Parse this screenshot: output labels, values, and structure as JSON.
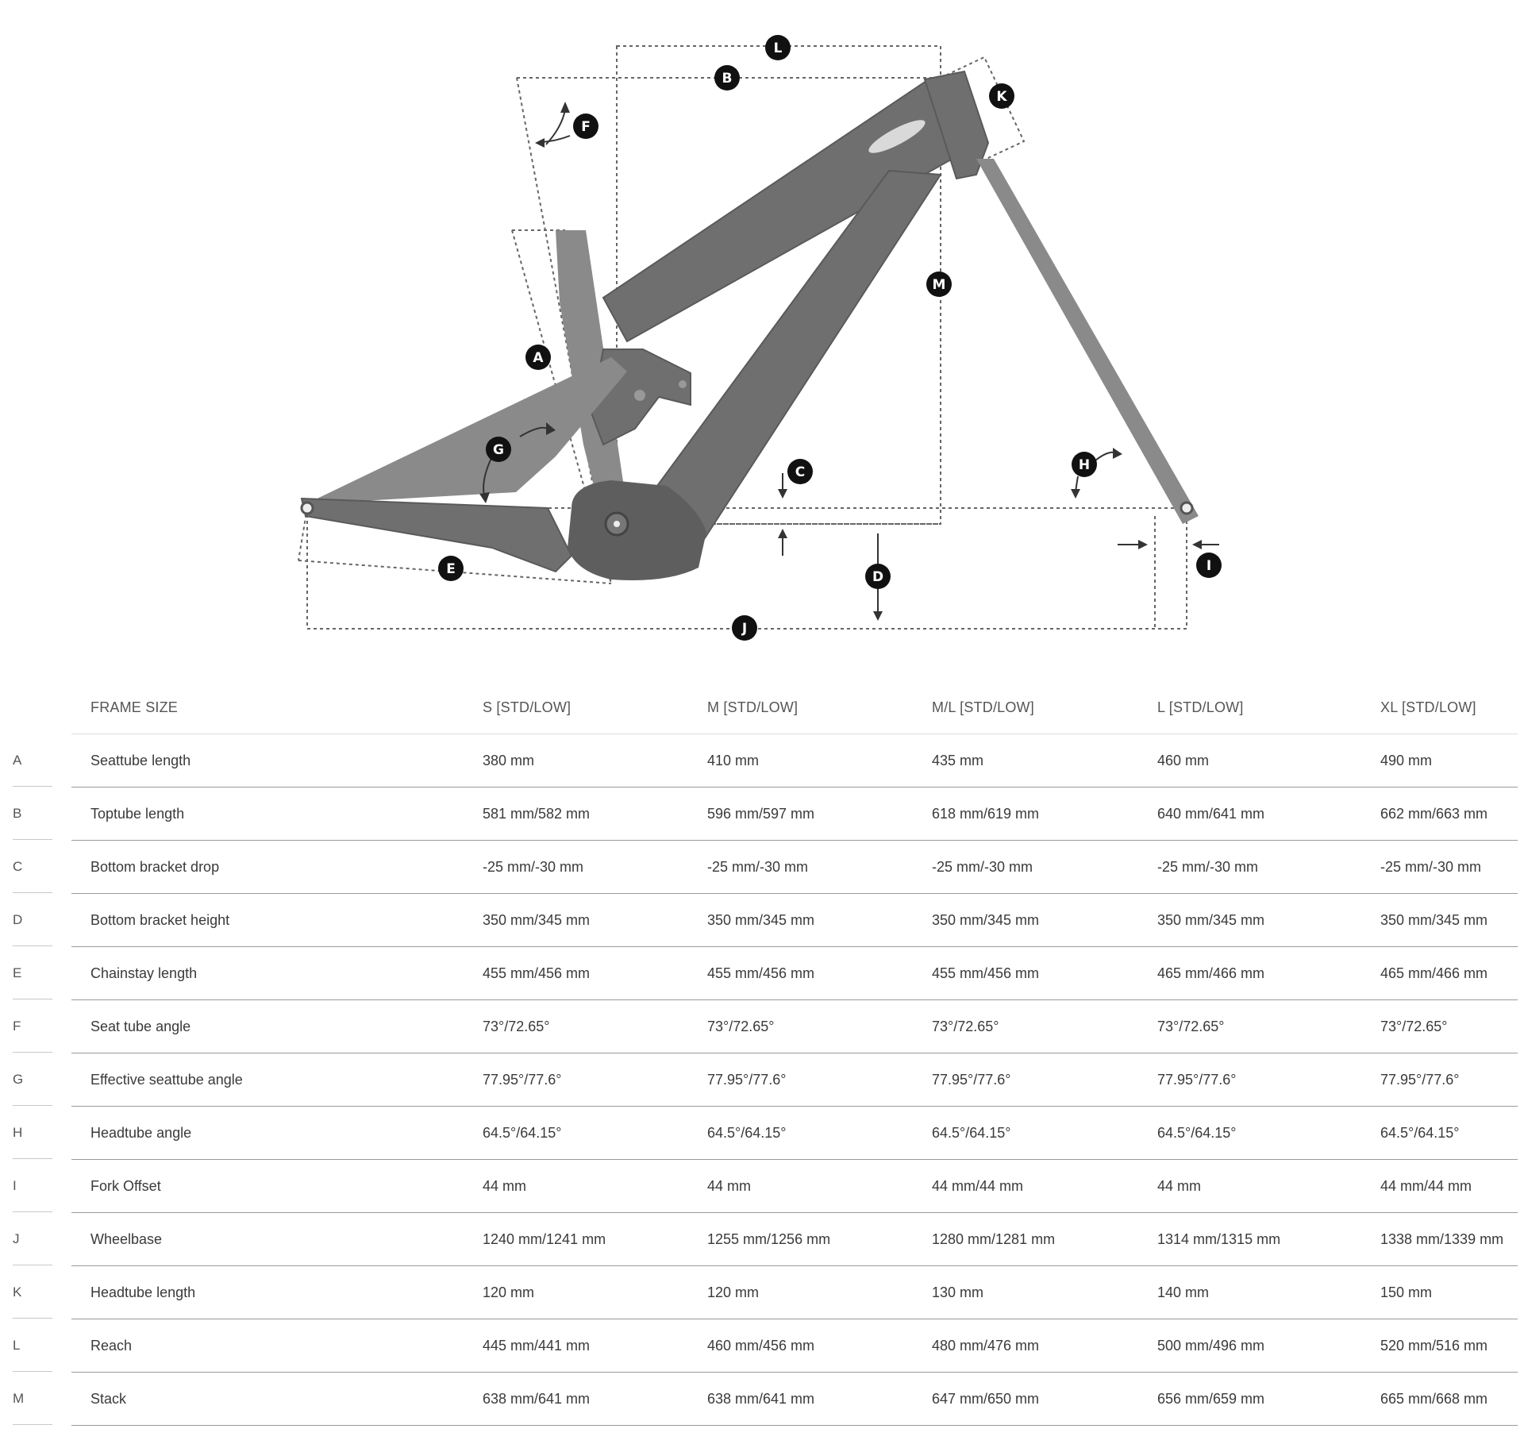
{
  "diagram": {
    "markers": [
      "A",
      "B",
      "C",
      "D",
      "E",
      "F",
      "G",
      "H",
      "I",
      "J",
      "K",
      "L",
      "M"
    ]
  },
  "table": {
    "header": {
      "label": "FRAME SIZE",
      "sizes": [
        "S [STD/LOW]",
        "M [STD/LOW]",
        "M/L [STD/LOW]",
        "L [STD/LOW]",
        "XL [STD/LOW]"
      ]
    },
    "rows": [
      {
        "letter": "A",
        "name": "Seattube length",
        "values": [
          "380 mm",
          "410 mm",
          "435 mm",
          "460 mm",
          "490 mm"
        ]
      },
      {
        "letter": "B",
        "name": "Toptube length",
        "values": [
          "581 mm/582 mm",
          "596 mm/597 mm",
          "618 mm/619 mm",
          "640 mm/641 mm",
          "662 mm/663 mm"
        ]
      },
      {
        "letter": "C",
        "name": "Bottom bracket drop",
        "values": [
          "-25 mm/-30 mm",
          "-25 mm/-30 mm",
          "-25 mm/-30 mm",
          "-25 mm/-30 mm",
          "-25 mm/-30 mm"
        ]
      },
      {
        "letter": "D",
        "name": "Bottom bracket height",
        "values": [
          "350 mm/345 mm",
          "350 mm/345 mm",
          "350 mm/345 mm",
          "350 mm/345 mm",
          "350 mm/345 mm"
        ]
      },
      {
        "letter": "E",
        "name": "Chainstay length",
        "values": [
          "455 mm/456 mm",
          "455 mm/456 mm",
          "455 mm/456 mm",
          "465 mm/466 mm",
          "465 mm/466 mm"
        ]
      },
      {
        "letter": "F",
        "name": "Seat tube angle",
        "values": [
          "73°/72.65°",
          "73°/72.65°",
          "73°/72.65°",
          "73°/72.65°",
          "73°/72.65°"
        ]
      },
      {
        "letter": "G",
        "name": "Effective seattube angle",
        "values": [
          "77.95°/77.6°",
          "77.95°/77.6°",
          "77.95°/77.6°",
          "77.95°/77.6°",
          "77.95°/77.6°"
        ]
      },
      {
        "letter": "H",
        "name": "Headtube angle",
        "values": [
          "64.5°/64.15°",
          "64.5°/64.15°",
          "64.5°/64.15°",
          "64.5°/64.15°",
          "64.5°/64.15°"
        ]
      },
      {
        "letter": "I",
        "name": "Fork Offset",
        "values": [
          "44 mm",
          "44 mm",
          "44 mm/44 mm",
          "44 mm",
          "44 mm/44 mm"
        ]
      },
      {
        "letter": "J",
        "name": "Wheelbase",
        "values": [
          "1240 mm/1241 mm",
          "1255 mm/1256 mm",
          "1280 mm/1281 mm",
          "1314 mm/1315 mm",
          "1338 mm/1339 mm"
        ]
      },
      {
        "letter": "K",
        "name": "Headtube length",
        "values": [
          "120 mm",
          "120 mm",
          "130 mm",
          "140 mm",
          "150 mm"
        ]
      },
      {
        "letter": "L",
        "name": "Reach",
        "values": [
          "445 mm/441 mm",
          "460 mm/456 mm",
          "480 mm/476 mm",
          "500 mm/496 mm",
          "520 mm/516 mm"
        ]
      },
      {
        "letter": "M",
        "name": "Stack",
        "values": [
          "638 mm/641 mm",
          "638 mm/641 mm",
          "647 mm/650 mm",
          "656 mm/659 mm",
          "665 mm/668 mm"
        ]
      }
    ]
  }
}
